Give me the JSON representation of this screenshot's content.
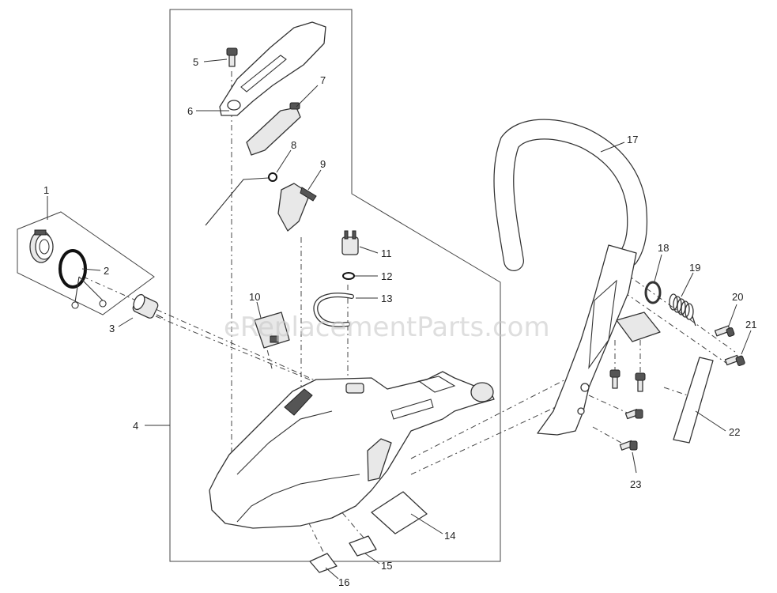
{
  "watermark": "eReplacementParts.com",
  "callouts": [
    {
      "id": "1",
      "text": "1"
    },
    {
      "id": "2",
      "text": "2"
    },
    {
      "id": "3",
      "text": "3"
    },
    {
      "id": "4",
      "text": "4"
    },
    {
      "id": "5",
      "text": "5"
    },
    {
      "id": "6",
      "text": "6"
    },
    {
      "id": "7",
      "text": "7"
    },
    {
      "id": "8",
      "text": "8"
    },
    {
      "id": "9",
      "text": "9"
    },
    {
      "id": "10",
      "text": "10"
    },
    {
      "id": "11",
      "text": "11"
    },
    {
      "id": "12",
      "text": "12"
    },
    {
      "id": "13",
      "text": "13"
    },
    {
      "id": "14",
      "text": "14"
    },
    {
      "id": "15",
      "text": "15"
    },
    {
      "id": "16",
      "text": "16"
    },
    {
      "id": "17",
      "text": "17"
    },
    {
      "id": "18",
      "text": "18"
    },
    {
      "id": "19",
      "text": "19"
    },
    {
      "id": "20",
      "text": "20"
    },
    {
      "id": "21",
      "text": "21"
    },
    {
      "id": "22",
      "text": "22"
    },
    {
      "id": "23",
      "text": "23"
    }
  ]
}
